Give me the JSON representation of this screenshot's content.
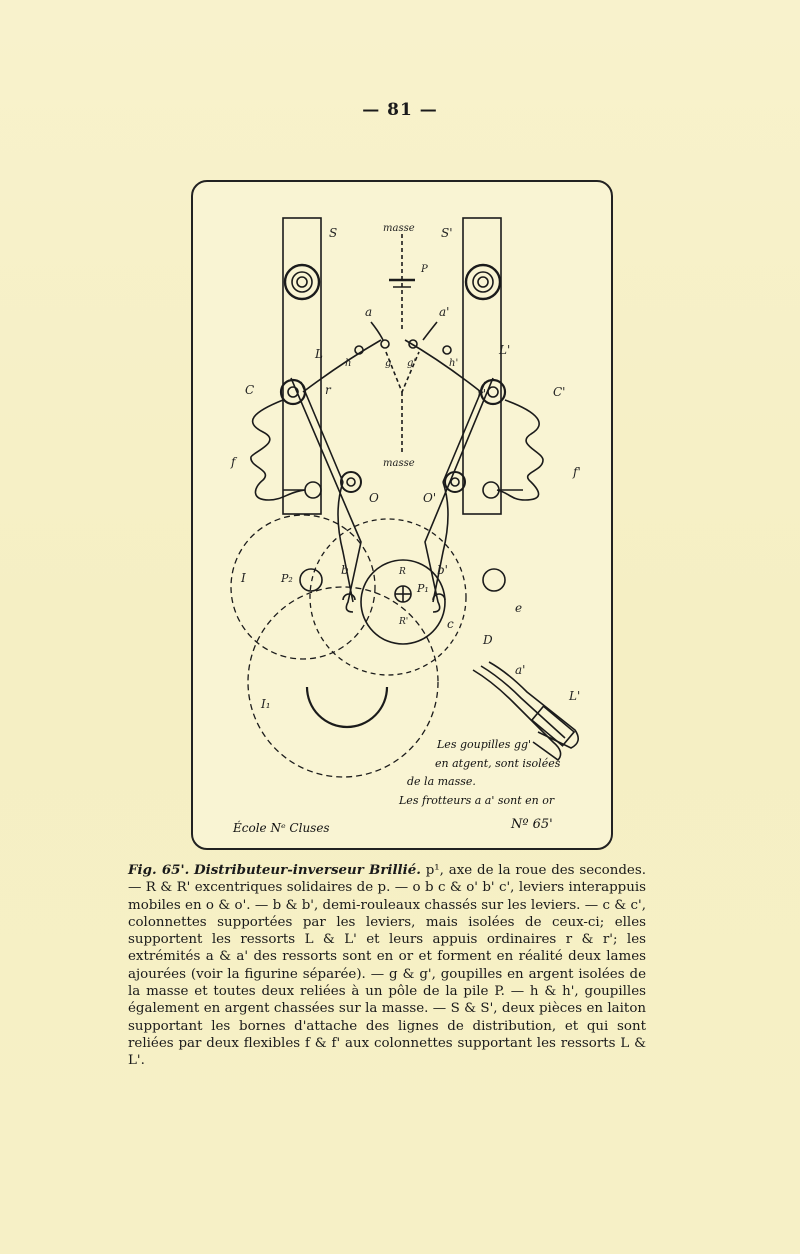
{
  "page": {
    "number": "— 81 —"
  },
  "figure": {
    "labels": {
      "masse_top": "masse",
      "masse_mid": "masse",
      "S": "S",
      "S_prime": "S'",
      "P": "P",
      "a": "a",
      "a_prime": "a'",
      "h": "h",
      "h_prime": "h'",
      "g": "g",
      "g_prime": "g'",
      "L": "L",
      "L_prime": "L'",
      "C": "C",
      "C_prime": "C'",
      "r": "r",
      "r_prime": "r'",
      "f": "f",
      "f_prime": "f'",
      "O": "O",
      "O_prime": "O'",
      "I": "I",
      "I1": "I₁",
      "P2": "P₂",
      "P1": "P₁",
      "b": "b",
      "b_prime": "b'",
      "R": "R",
      "R_prime": "R'",
      "c": "c",
      "D": "D",
      "e": "e",
      "a_prime_inset": "a'",
      "L_prime_inset": "L'"
    },
    "handwritten_notes": [
      "Les goupilles gg'",
      "en atgent, sont isolées",
      "de la masse.",
      "Les frotteurs a a' sont en or"
    ],
    "signature_left": "École Nᵉ Cluses",
    "signature_right": "Nº 65'"
  },
  "caption": {
    "fig_label": "Fig. 65'.",
    "fig_title": "Distributeur-inverseur Brillié.",
    "text": "p¹, axe de la roue des secondes. — R & R' excentriques solidaires de p. — o b c & o' b' c', leviers interappuis mobiles en o & o'. — b & b', demi-rouleaux chassés sur les leviers. — c & c', colonnettes supportées par les leviers, mais isolées de ceux-ci; elles supportent les ressorts L & L' et leurs appuis ordinaires r & r'; les extrémités a & a' des ressorts sont en or et forment en réalité deux lames ajourées (voir la figurine séparée). — g & g', goupilles en argent isolées de la masse et toutes deux reliées à un pôle de la pile P. — h & h', goupilles également en argent chassées sur la masse. — S & S', deux pièces en laiton supportant les bornes d'attache des lignes de distribution, et qui sont reliées par deux flexibles f & f' aux colonnettes supportant les ressorts L & L'."
  }
}
